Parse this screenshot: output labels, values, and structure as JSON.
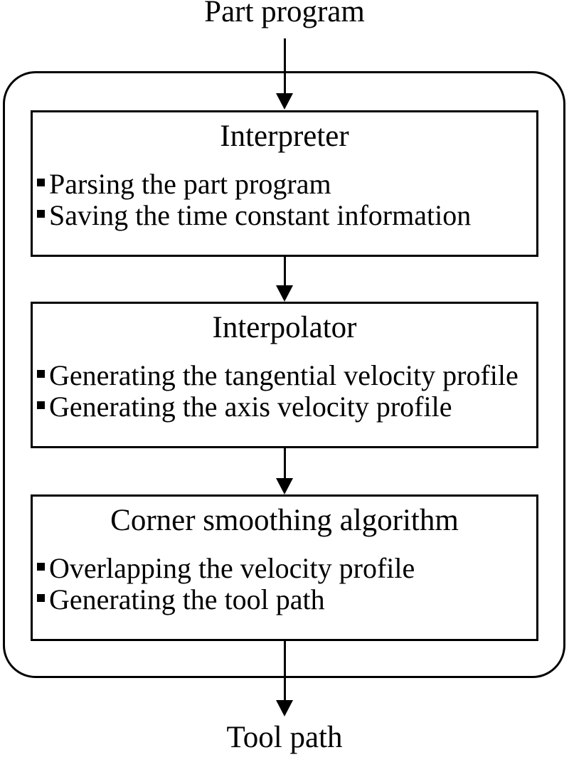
{
  "diagram": {
    "background_color": "#ffffff",
    "line_color": "#000000",
    "top_label": "Part program",
    "bottom_label": "Tool path",
    "boxes": [
      {
        "title": "Interpreter",
        "bullets": [
          "Parsing the part program",
          "Saving the time constant information"
        ]
      },
      {
        "title": "Interpolator",
        "bullets": [
          "Generating the tangential velocity profile",
          "Generating the axis velocity profile"
        ]
      },
      {
        "title": "Corner smoothing algorithm",
        "bullets": [
          "Overlapping the velocity profile",
          "Generating the tool path"
        ]
      }
    ],
    "icons": {
      "connector": "arrow-down",
      "bullet": "square-bullet"
    }
  }
}
